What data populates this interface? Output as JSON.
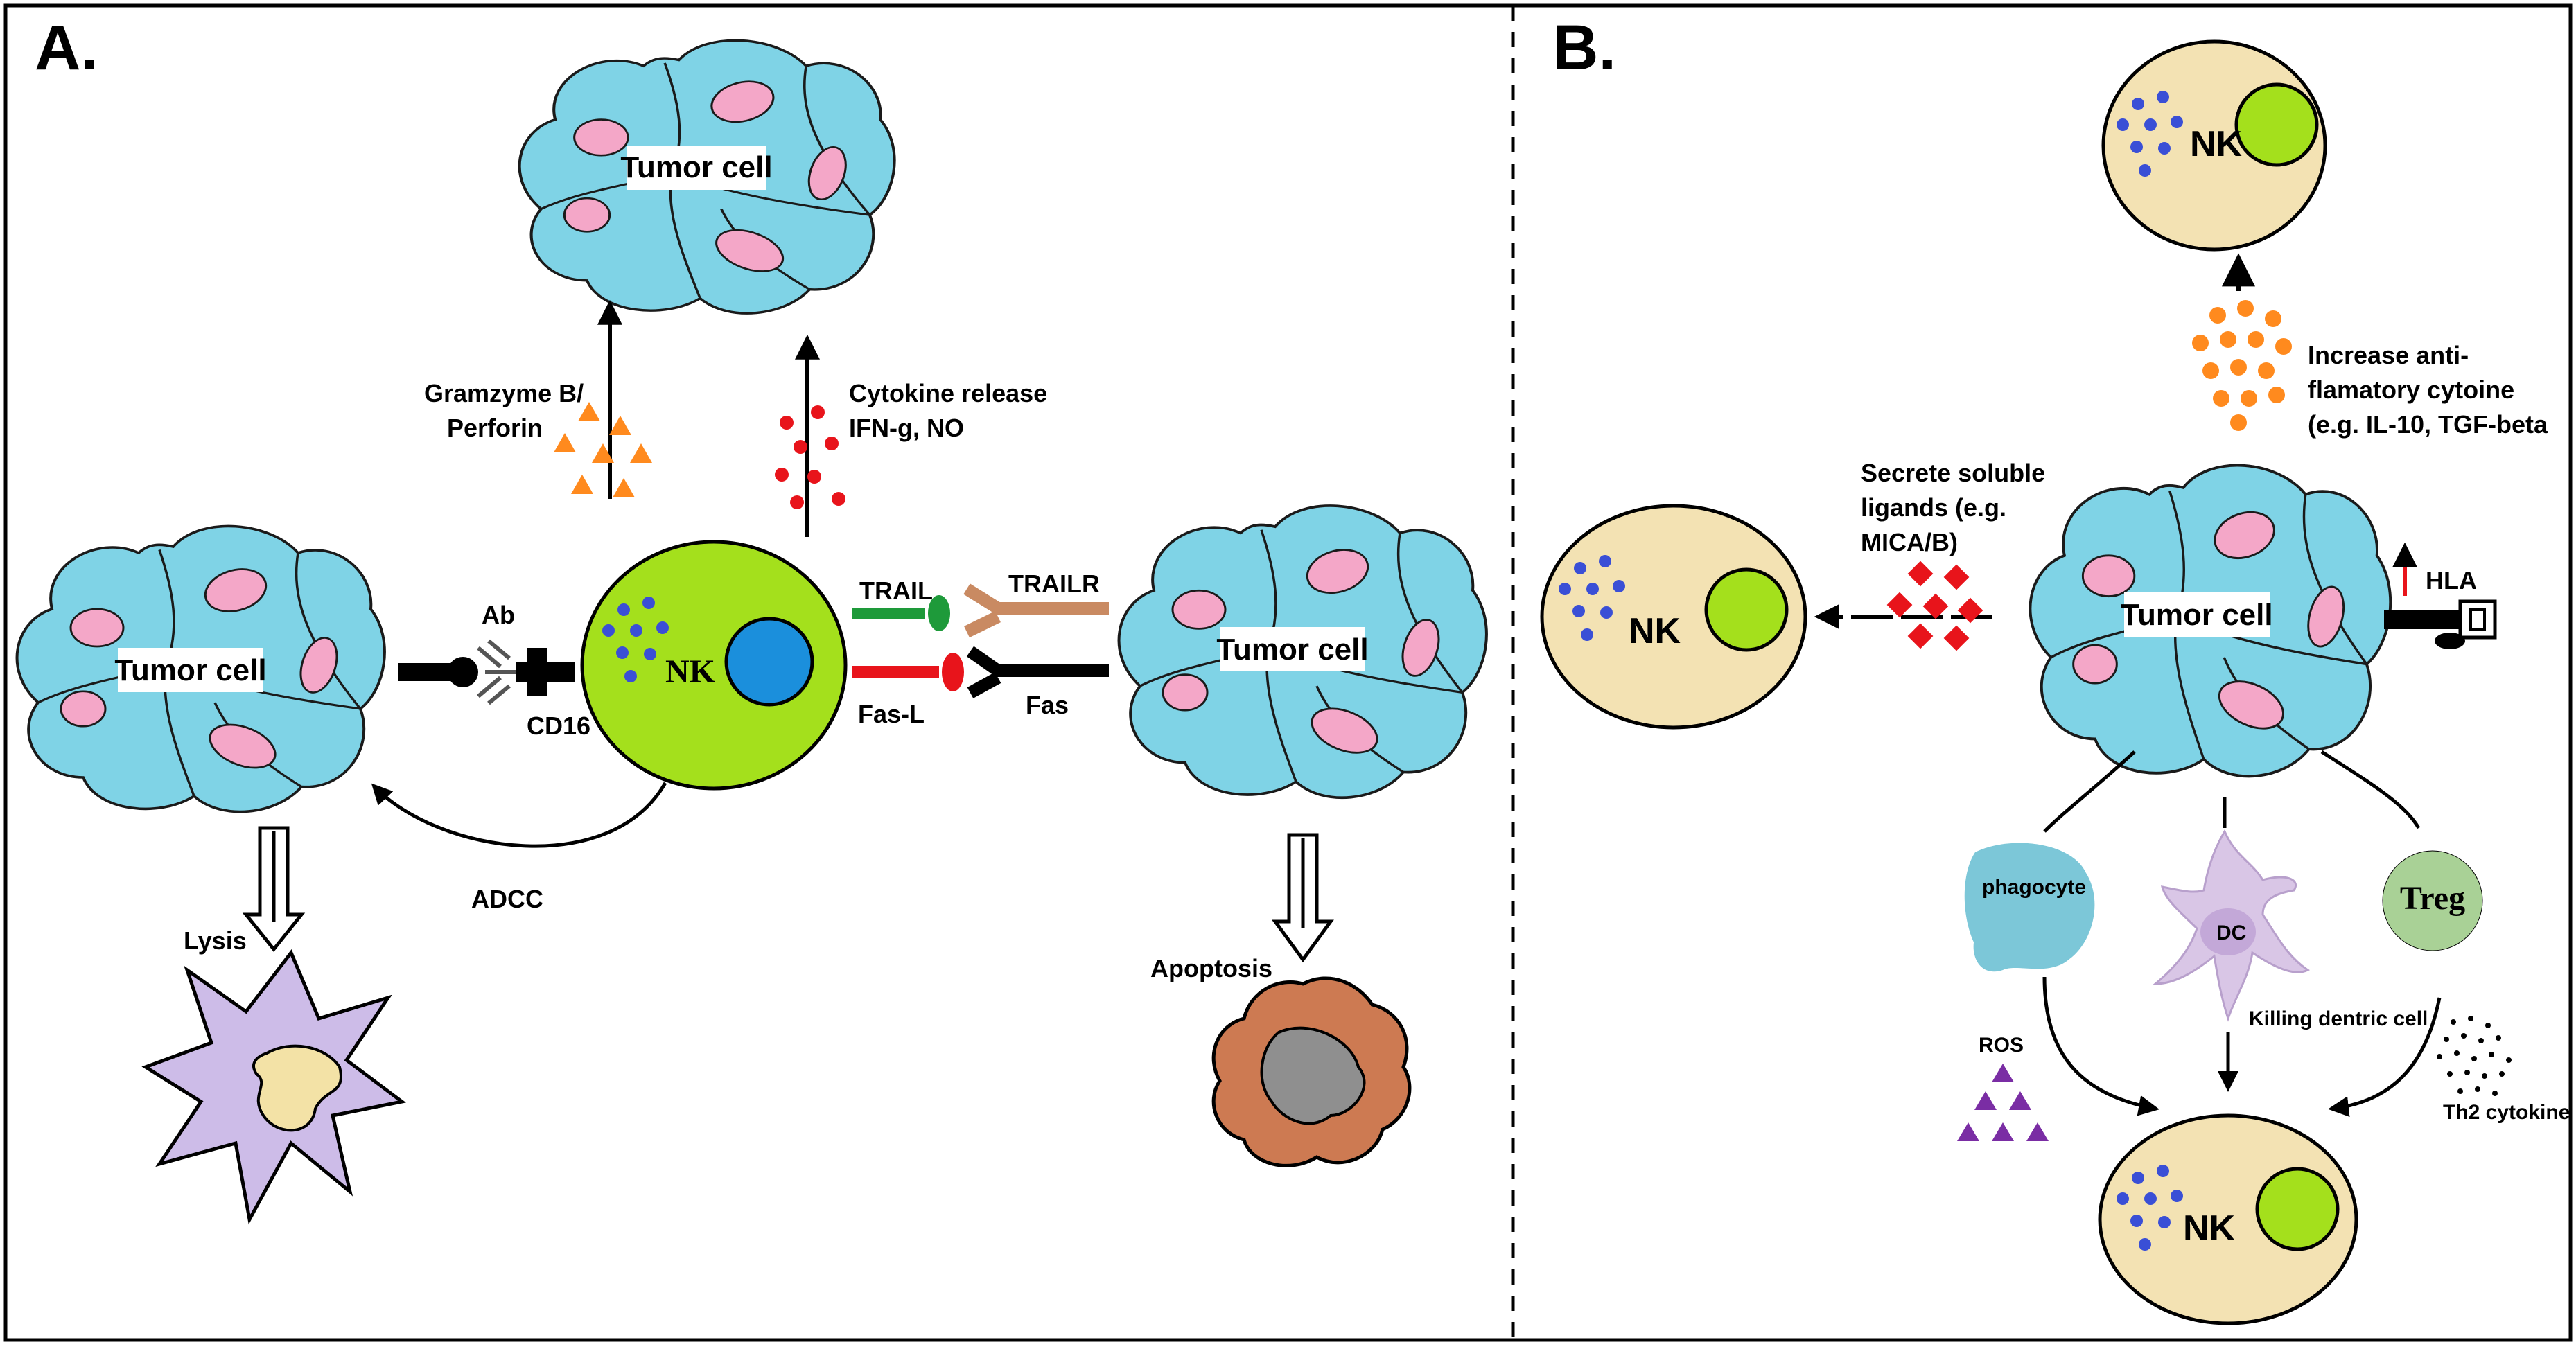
{
  "panels": {
    "a": {
      "letter": "A."
    },
    "b": {
      "letter": "B."
    }
  },
  "panel_a": {
    "tumor_cell_top": "Tumor cell",
    "tumor_cell_left": "Tumor cell",
    "tumor_cell_right": "Tumor cell",
    "nk_cell": "NK",
    "granzyme_line1": "Gramzyme B/",
    "granzyme_line2": "Perforin",
    "cytokine_line1": "Cytokine release",
    "cytokine_line2": "IFN-g, NO",
    "ab": "Ab",
    "cd16": "CD16",
    "trail": "TRAIL",
    "trailr": "TRAILR",
    "fasl": "Fas-L",
    "fas": "Fas",
    "adcc": "ADCC",
    "lysis": "Lysis",
    "apoptosis": "Apoptosis"
  },
  "panel_b": {
    "nk_top": "NK",
    "nk_left": "NK",
    "nk_bottom": "NK",
    "tumor_cell": "Tumor cell",
    "anti_inflam_line1": "Increase anti-",
    "anti_inflam_line2": "flamatory cytoine",
    "anti_inflam_line3": "(e.g. IL-10, TGF-beta",
    "secrete_line1": "Secrete soluble",
    "secrete_line2": "ligands (e.g.",
    "secrete_line3": "MICA/B)",
    "hla": "HLA",
    "phagocyte": "phagocyte",
    "dc": "DC",
    "treg": "Treg",
    "ros": "ROS",
    "killing_dc": "Killing dentric cell",
    "th2": "Th2 cytokine"
  },
  "colors": {
    "tumor_fill": "#7fd3e6",
    "nucleus_pink": "#f4a7c8",
    "nk_green": "#a4e01c",
    "nk_nucleus_blue": "#1b8fdc",
    "nk_beige": "#f3e2b3",
    "granule_blue": "#3a4fd6",
    "granzyme_orange": "#ff8a1e",
    "cytokine_red": "#e8141b",
    "trail_green": "#1e9a3a",
    "trailr_tan": "#c98a62",
    "lysis_purple": "#cdbce8",
    "apoptosis_brown": "#cd7a52",
    "ros_purple": "#7a2da4",
    "phagocyte_blue": "#7cc7d8",
    "dc_lilac": "#d9c6e6",
    "treg_green": "#a9d196"
  }
}
